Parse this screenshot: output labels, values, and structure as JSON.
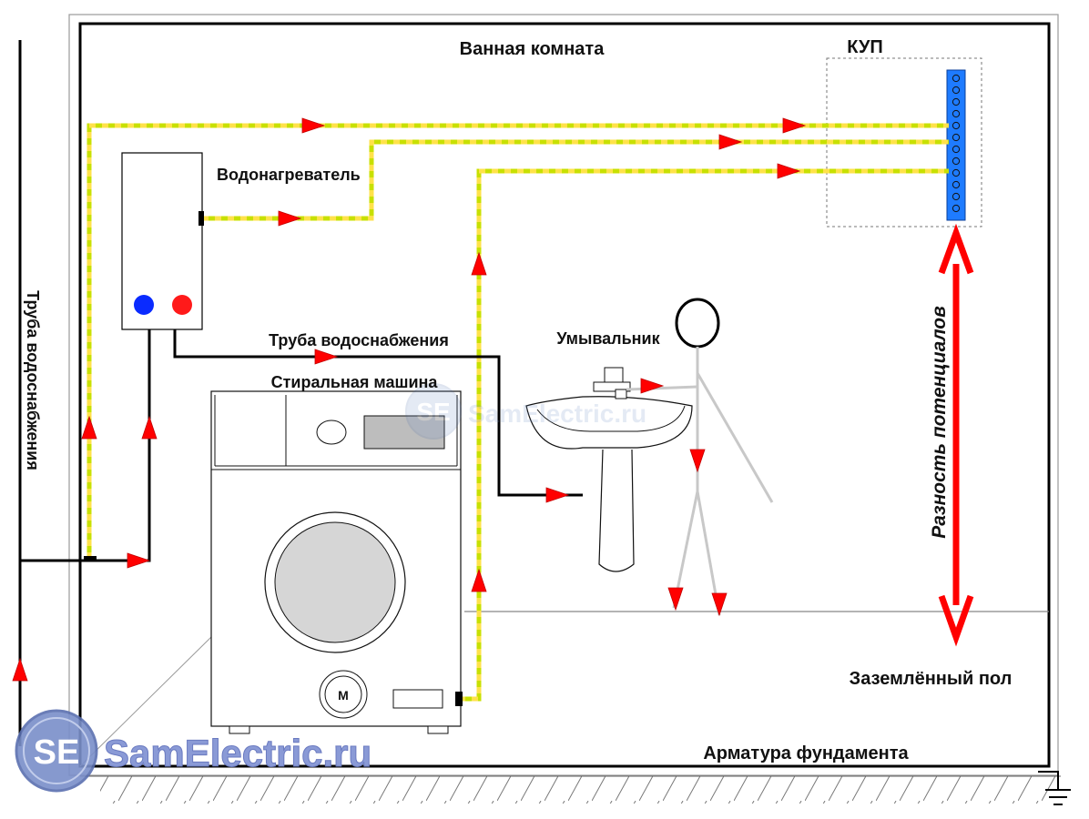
{
  "labels": {
    "bathroom": "Ванная комната",
    "kup": "КУП",
    "water_heater": "Водонагреватель",
    "water_pipe_main": "Труба водоснабжения",
    "water_pipe_inner": "Труба водоснабжения",
    "washing_machine": "Стиральная машина",
    "sink": "Умывальник",
    "potential_difference": "Разность потенциалов",
    "grounded_floor": "Заземлённый пол",
    "foundation_rebar": "Арматура фундамента",
    "motor": "M"
  },
  "watermark": {
    "logo": "SE",
    "text": "SamElectric.ru",
    "text_small": "SamElectric.ru"
  },
  "colors": {
    "ground_conductor": "#c8e000",
    "ground_dash": "#ffe24a",
    "arrow": "#ff0000",
    "busbar": "#1e7bff",
    "cold_water": "#0a2bff",
    "hot_water": "#ff1a1a",
    "person": "#c8c8c8"
  }
}
